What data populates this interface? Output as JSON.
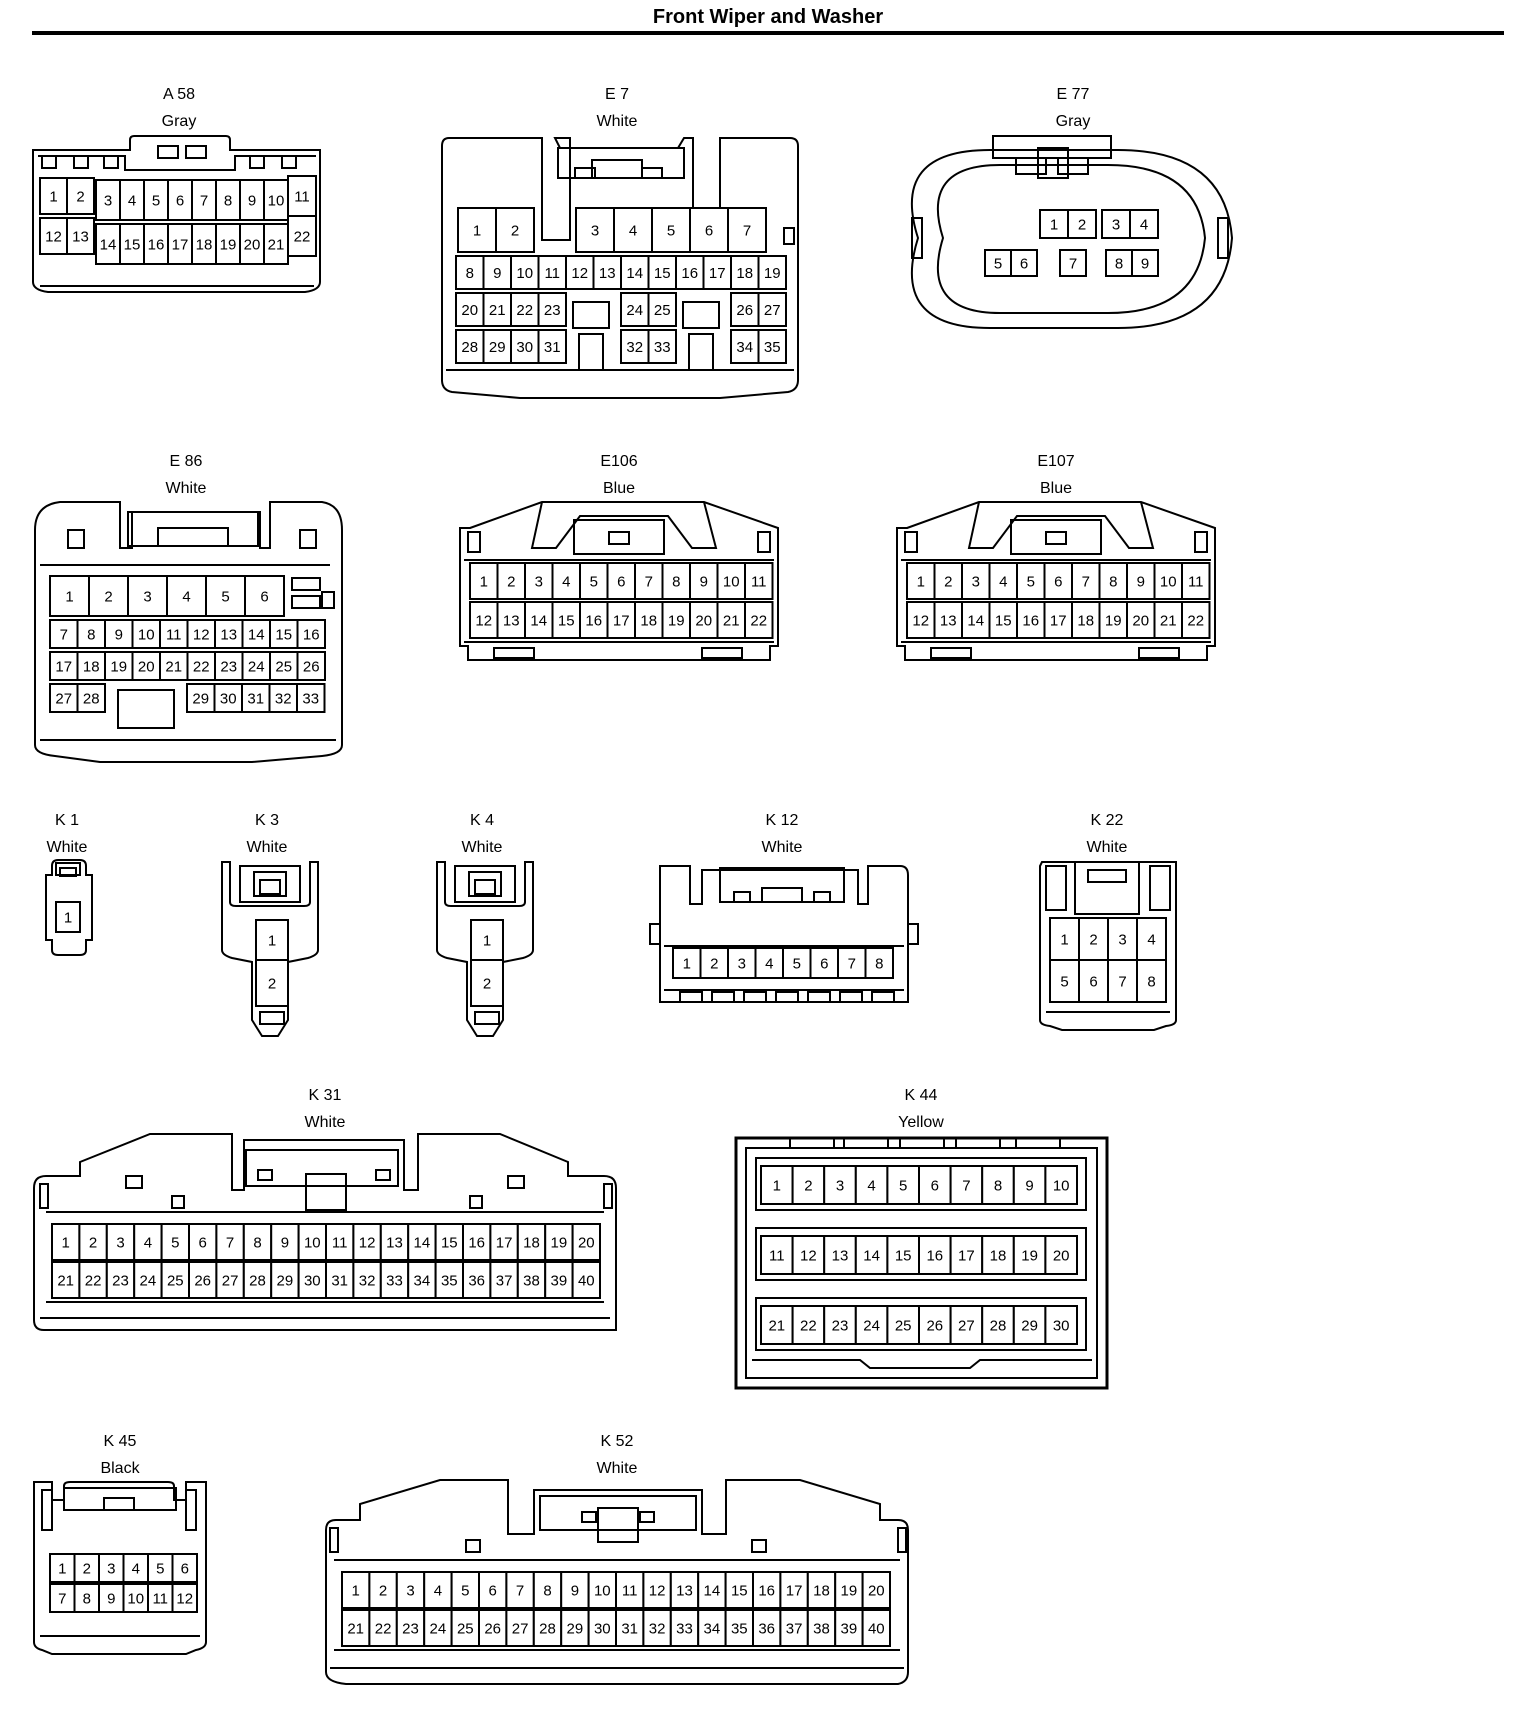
{
  "title": "Front Wiper and Washer",
  "connectors": {
    "A58": {
      "code": "A 58",
      "color": "Gray"
    },
    "E7": {
      "code": "E 7",
      "color": "White"
    },
    "E77": {
      "code": "E 77",
      "color": "Gray"
    },
    "E86": {
      "code": "E 86",
      "color": "White"
    },
    "E106": {
      "code": "E106",
      "color": "Blue"
    },
    "E107": {
      "code": "E107",
      "color": "Blue"
    },
    "K1": {
      "code": "K 1",
      "color": "White"
    },
    "K3": {
      "code": "K 3",
      "color": "White"
    },
    "K4": {
      "code": "K 4",
      "color": "White"
    },
    "K12": {
      "code": "K 12",
      "color": "White"
    },
    "K22": {
      "code": "K 22",
      "color": "White"
    },
    "K31": {
      "code": "K 31",
      "color": "White"
    },
    "K44": {
      "code": "K 44",
      "color": "Yellow"
    },
    "K45": {
      "code": "K 45",
      "color": "Black"
    },
    "K52": {
      "code": "K 52",
      "color": "White"
    }
  },
  "pin_rows": {
    "A58": [
      [
        "1",
        "2",
        "3",
        "4",
        "5",
        "6",
        "7",
        "8",
        "9",
        "10",
        "11"
      ],
      [
        "12",
        "13",
        "14",
        "15",
        "16",
        "17",
        "18",
        "19",
        "20",
        "21",
        "22"
      ]
    ],
    "E7": [
      [
        "1",
        "2",
        "3",
        "4",
        "5",
        "6",
        "7"
      ],
      [
        "8",
        "9",
        "10",
        "11",
        "12",
        "13",
        "14",
        "15",
        "16",
        "17",
        "18",
        "19"
      ],
      [
        "20",
        "21",
        "22",
        "23",
        "24",
        "25",
        "26",
        "27"
      ],
      [
        "28",
        "29",
        "30",
        "31",
        "32",
        "33",
        "34",
        "35"
      ]
    ],
    "E77": [
      [
        "1",
        "2",
        "3",
        "4"
      ],
      [
        "5",
        "6",
        "7",
        "8",
        "9"
      ]
    ],
    "E86": [
      [
        "1",
        "2",
        "3",
        "4",
        "5",
        "6"
      ],
      [
        "7",
        "8",
        "9",
        "10",
        "11",
        "12",
        "13",
        "14",
        "15",
        "16"
      ],
      [
        "17",
        "18",
        "19",
        "20",
        "21",
        "22",
        "23",
        "24",
        "25",
        "26"
      ],
      [
        "27",
        "28",
        "29",
        "30",
        "31",
        "32",
        "33"
      ]
    ],
    "E106": [
      [
        "1",
        "2",
        "3",
        "4",
        "5",
        "6",
        "7",
        "8",
        "9",
        "10",
        "11"
      ],
      [
        "12",
        "13",
        "14",
        "15",
        "16",
        "17",
        "18",
        "19",
        "20",
        "21",
        "22"
      ]
    ],
    "E107": [
      [
        "1",
        "2",
        "3",
        "4",
        "5",
        "6",
        "7",
        "8",
        "9",
        "10",
        "11"
      ],
      [
        "12",
        "13",
        "14",
        "15",
        "16",
        "17",
        "18",
        "19",
        "20",
        "21",
        "22"
      ]
    ],
    "K1": [
      [
        "1"
      ]
    ],
    "K3": [
      [
        "1"
      ],
      [
        "2"
      ]
    ],
    "K4": [
      [
        "1"
      ],
      [
        "2"
      ]
    ],
    "K12": [
      [
        "1",
        "2",
        "3",
        "4",
        "5",
        "6",
        "7",
        "8"
      ]
    ],
    "K22": [
      [
        "1",
        "2",
        "3",
        "4"
      ],
      [
        "5",
        "6",
        "7",
        "8"
      ]
    ],
    "K31": [
      [
        "1",
        "2",
        "3",
        "4",
        "5",
        "6",
        "7",
        "8",
        "9",
        "10",
        "11",
        "12",
        "13",
        "14",
        "15",
        "16",
        "17",
        "18",
        "19",
        "20"
      ],
      [
        "21",
        "22",
        "23",
        "24",
        "25",
        "26",
        "27",
        "28",
        "29",
        "30",
        "31",
        "32",
        "33",
        "34",
        "35",
        "36",
        "37",
        "38",
        "39",
        "40"
      ]
    ],
    "K44": [
      [
        "1",
        "2",
        "3",
        "4",
        "5",
        "6",
        "7",
        "8",
        "9",
        "10"
      ],
      [
        "11",
        "12",
        "13",
        "14",
        "15",
        "16",
        "17",
        "18",
        "19",
        "20"
      ],
      [
        "21",
        "22",
        "23",
        "24",
        "25",
        "26",
        "27",
        "28",
        "29",
        "30"
      ]
    ],
    "K45": [
      [
        "1",
        "2",
        "3",
        "4",
        "5",
        "6"
      ],
      [
        "7",
        "8",
        "9",
        "10",
        "11",
        "12"
      ]
    ],
    "K52": [
      [
        "1",
        "2",
        "3",
        "4",
        "5",
        "6",
        "7",
        "8",
        "9",
        "10",
        "11",
        "12",
        "13",
        "14",
        "15",
        "16",
        "17",
        "18",
        "19",
        "20"
      ],
      [
        "21",
        "22",
        "23",
        "24",
        "25",
        "26",
        "27",
        "28",
        "29",
        "30",
        "31",
        "32",
        "33",
        "34",
        "35",
        "36",
        "37",
        "38",
        "39",
        "40"
      ]
    ]
  }
}
